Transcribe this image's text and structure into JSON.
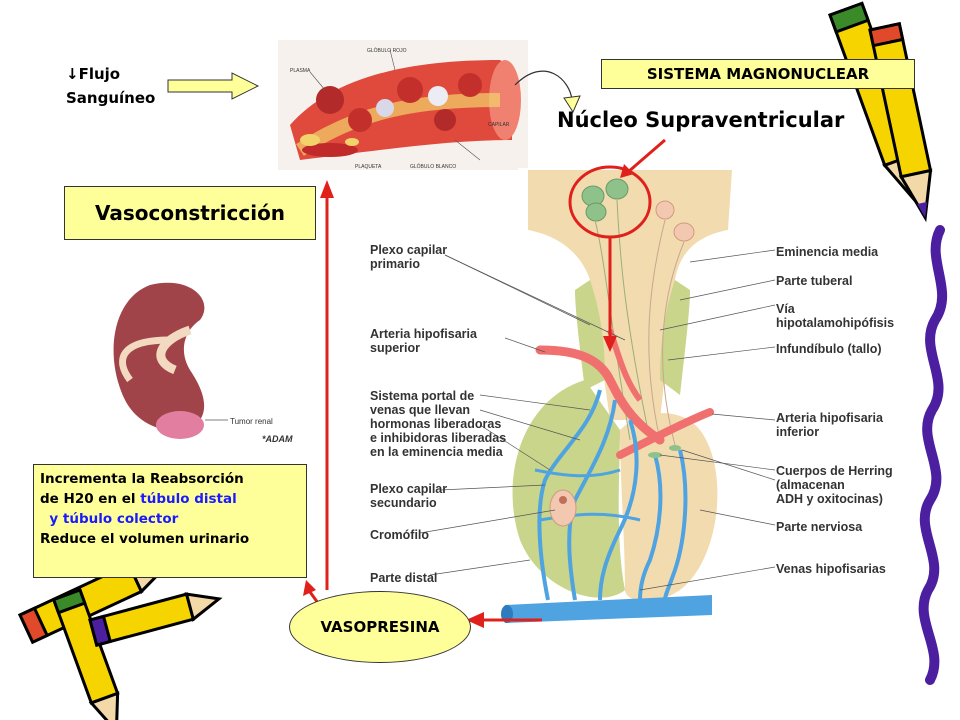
{
  "flow": {
    "line1": "↓Flujo",
    "line2": "Sanguíneo"
  },
  "vasoconstriccion": "Vasoconstricción",
  "sistema": "SISTEMA MAGNONUCLEAR",
  "nucleo": "Núcleo Supraventricular",
  "effect": {
    "line1": "Incrementa la Reabsorción",
    "line2_a": "de H20 en el ",
    "line2_b": "túbulo distal",
    "line3": "  y túbulo colector",
    "line4": "Reduce el volumen urinario"
  },
  "vasopresina": "VASOPRESINA",
  "vessel_labels": [
    "GLÓBULO ROJO",
    "PLASMA",
    "CAPILAR",
    "GLÓBULO BLANCO",
    "PLAQUETA"
  ],
  "kidney_labels": {
    "tumor": "Tumor renal",
    "brand": "*ADAM"
  },
  "diagram": {
    "left": [
      "Plexo capilar\nprimario",
      "Arteria hipofisaria\nsuperior",
      "Sistema portal de\nvenas que llevan\nhormonas liberadoras\ne inhibidoras liberadas\nen la eminencia media",
      "Plexo capilar\nsecundario",
      "Cromófilo",
      "Parte distal"
    ],
    "right": [
      "Eminencia media",
      "Parte tuberal",
      "Vía\nhipotalamohipófisis",
      "Infundíbulo (tallo)",
      "Arteria hipofisaria\ninferior",
      "Cuerpos de Herring\n (almacenan\nADH y oxitocinas)",
      "Parte nerviosa",
      "Venas hipofisarias"
    ]
  },
  "colors": {
    "highlight_box": "#ffff99",
    "arrow_red": "#e0201a",
    "vein_blue": "#4fa3e0",
    "artery_pink": "#f07070",
    "tissue_green": "#c9d58a",
    "tissue_tan": "#f3dbb0",
    "border_purple": "#4b1fa0"
  }
}
